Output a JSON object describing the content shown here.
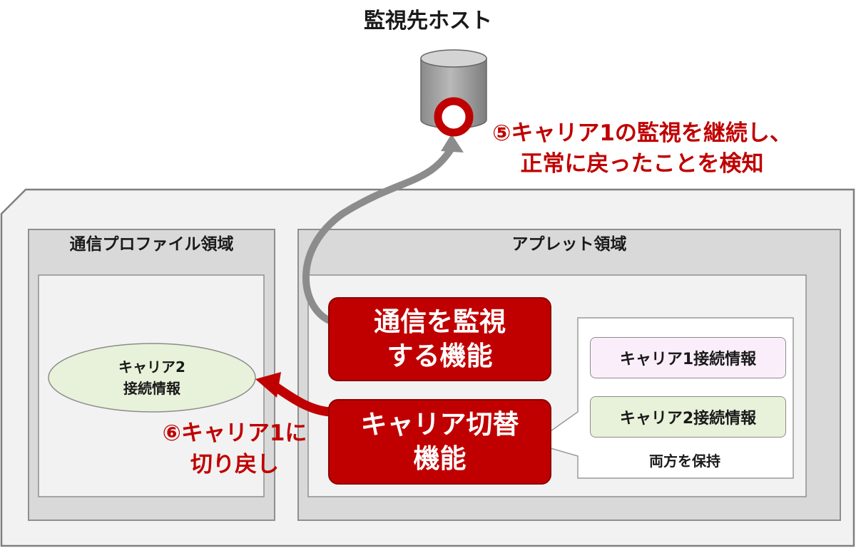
{
  "host": {
    "title": "監視先ホスト"
  },
  "profile_area": {
    "title": "通信プロファイル領域",
    "carrier2": {
      "line1": "キャリア2",
      "line2": "接続情報"
    }
  },
  "applet_area": {
    "title": "アプレット領域",
    "monitor_function": {
      "line1": "通信を監視",
      "line2": "する機能"
    },
    "switch_function": {
      "line1": "キャリア切替",
      "line2": "機能"
    },
    "connection_info": {
      "carrier1": "キャリア1接続情報",
      "carrier2": "キャリア2接続情報",
      "keep_label": "両方を保持"
    }
  },
  "annotations": {
    "step5": {
      "line1": "⑤キャリア1の監視を継続し、",
      "line2": "正常に戻ったことを検知"
    },
    "step6": {
      "line1": "⑥キャリア1に",
      "line2": "切り戻し"
    }
  },
  "colors": {
    "accent_red": "#c00000",
    "outer_gray": "#d9d9d9",
    "inner_light": "#f2f2f2",
    "carrier1_fill": "#fbeefb",
    "carrier2_fill": "#e8f2da"
  }
}
